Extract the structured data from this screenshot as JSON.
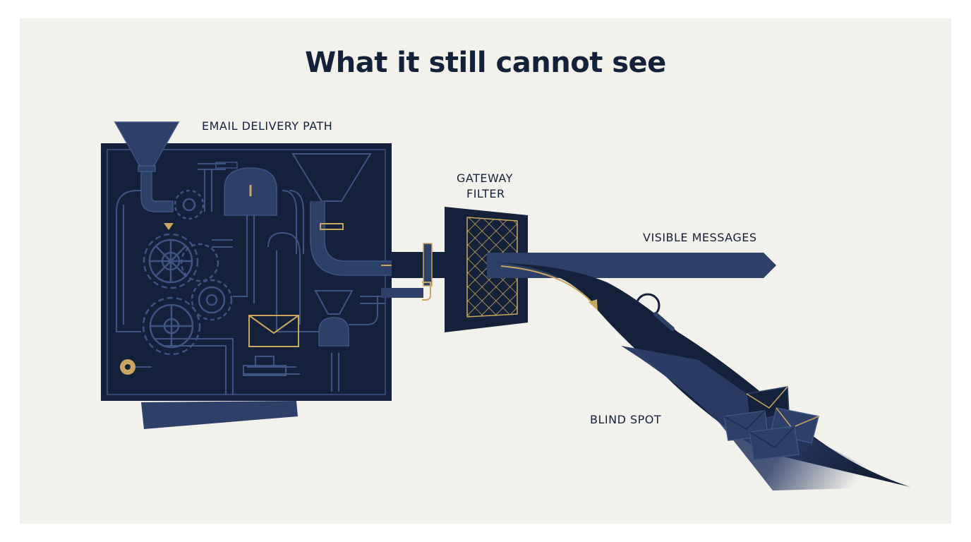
{
  "title": "What it still cannot see",
  "labels": {
    "email_delivery_path": "EMAIL DELIVERY PATH",
    "gateway_filter_line1": "GATEWAY",
    "gateway_filter_line2": "FILTER",
    "visible_messages": "VISIBLE MESSAGES",
    "blind_spot": "BLIND SPOT"
  },
  "colors": {
    "background": "#f3f1ec",
    "navy_dark": "#14213a",
    "navy_mid": "#2c4068",
    "navy_line": "#3d5582",
    "gold": "#c9a75e"
  },
  "icons": [
    "funnel-icon",
    "gear-icon",
    "gauge-icon",
    "envelope-icon",
    "magnifier-icon",
    "arrow-icon"
  ]
}
